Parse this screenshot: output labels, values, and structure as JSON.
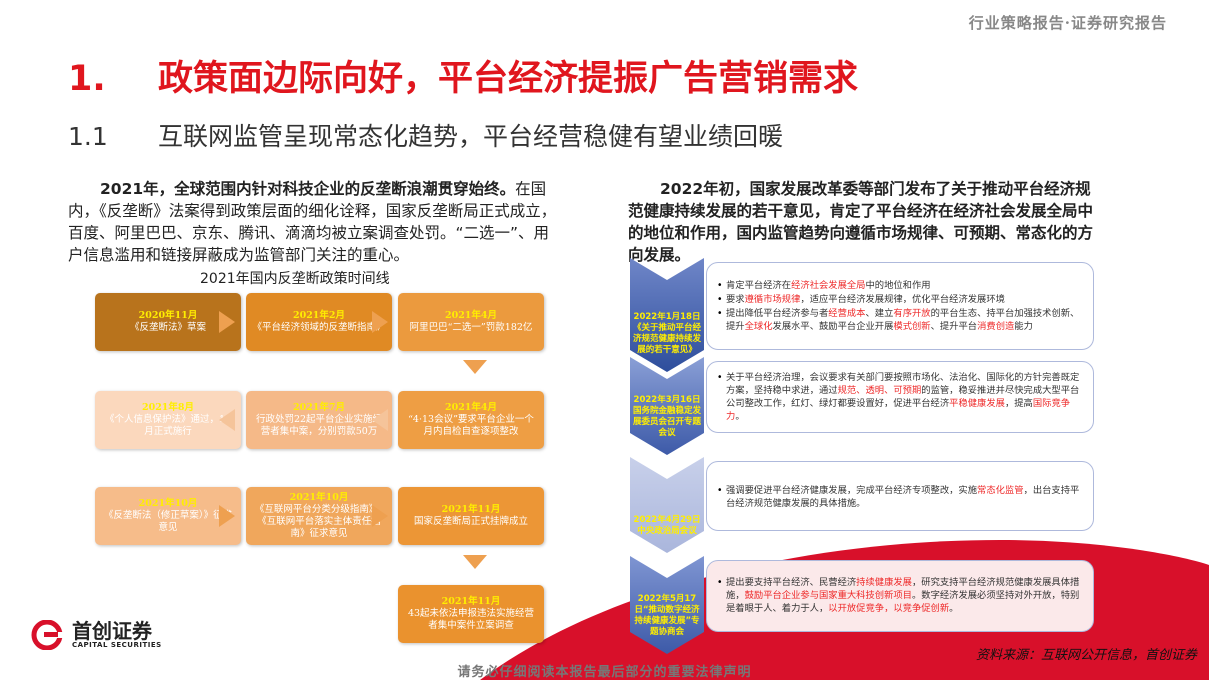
{
  "header": {
    "report_type": "行业策略报告·证券研究报告"
  },
  "title": {
    "number": "1.",
    "text": "政策面边际向好，平台经济提振广告营销需求"
  },
  "subtitle": {
    "number": "1.1",
    "text": "互联网监管呈现常态化趋势，平台经营稳健有望业绩回暖"
  },
  "left_para": {
    "lead": "2021年，全球范围内针对科技企业的反垄断浪潮贯穿始终。",
    "body": "在国内，《反垄断》法案得到政策层面的细化诠释，国家反垄断局正式成立，百度、阿里巴巴、京东、腾讯、滴滴均被立案调查处罚。“二选一”、用户信息滥用和链接屏蔽成为监管部门关注的重心。"
  },
  "timeline": {
    "title": "2021年国内反垄断政策时间线",
    "items": [
      {
        "date": "2020年11月",
        "text": "《反垄断法》草案"
      },
      {
        "date": "2021年2月",
        "text": "《平台经济领域的反垄断指南》"
      },
      {
        "date": "2021年4月",
        "text": "阿里巴巴“二选一”罚款182亿"
      },
      {
        "date": "2021年4月",
        "text": "“4·13会议”要求平台企业一个月内自检自查逐项整改"
      },
      {
        "date": "2021年7月",
        "text": "行政处罚22起平台企业实施经营者集中案，分别罚款50万"
      },
      {
        "date": "2021年8月",
        "text": "《个人信息保护法》通过，11月正式施行"
      },
      {
        "date": "2021年10月",
        "text": "《反垄断法（修正草案）》征求意见"
      },
      {
        "date": "2021年10月",
        "text": "《互联网平台分类分级指南》、《互联网平台落实主体责任指南》征求意见"
      },
      {
        "date": "2021年11月",
        "text": "国家反垄断局正式挂牌成立"
      },
      {
        "date": "2021年11月",
        "text": "43起未依法申报违法实施经营者集中案件立案调查"
      }
    ]
  },
  "right_para": {
    "text": "2022年初，国家发展改革委等部门发布了关于推动平台经济规范健康持续发展的若干意见，肯定了平台经济在经济社会发展全局中的地位和作用，国内监管趋势向遵循市场规律、可预期、常态化的方向发展。"
  },
  "policies": [
    {
      "label": "2022年1月18日《关于推动平台经济规范健康持续发展的若干意见》",
      "bullets": [
        [
          {
            "t": "肯定平台经济在"
          },
          {
            "t": "经济社会发展全局",
            "red": true
          },
          {
            "t": "中的地位和作用"
          }
        ],
        [
          {
            "t": "要求"
          },
          {
            "t": "遵循市场规律",
            "red": true
          },
          {
            "t": "，适应平台经济发展规律，优化平台经济发展环境"
          }
        ],
        [
          {
            "t": "提出降低平台经济参与者"
          },
          {
            "t": "经营成本",
            "red": true
          },
          {
            "t": "、建立"
          },
          {
            "t": "有序开放",
            "red": true
          },
          {
            "t": "的平台生态、持平台加强技术创新、提升"
          },
          {
            "t": "全球化",
            "red": true
          },
          {
            "t": "发展水平、鼓励平台企业开展"
          },
          {
            "t": "模式创新",
            "red": true
          },
          {
            "t": "、提升平台"
          },
          {
            "t": "消费创造",
            "red": true
          },
          {
            "t": "能力"
          }
        ]
      ]
    },
    {
      "label": "2022年3月16日国务院金融稳定发展委员会召开专题会议",
      "bullets": [
        [
          {
            "t": "关于平台经济治理，会议要求有关部门要按照市场化、法治化、国际化的方针完善既定方案，坚持稳中求进，通过"
          },
          {
            "t": "规范、透明、可预期",
            "red": true
          },
          {
            "t": "的监管，稳妥推进并尽快完成大型平台公司整改工作，红灯、绿灯都要设置好，促进平台经济"
          },
          {
            "t": "平稳健康发展",
            "red": true
          },
          {
            "t": "，提高"
          },
          {
            "t": "国际竞争力",
            "red": true
          },
          {
            "t": "。"
          }
        ]
      ]
    },
    {
      "label": "2022年4月29日中央政治局会议",
      "bullets": [
        [
          {
            "t": "强调要促进平台经济健康发展，完成平台经济专项整改，实施"
          },
          {
            "t": "常态化监管",
            "red": true
          },
          {
            "t": "，出台支持平台经济规范健康发展的具体措施。"
          }
        ]
      ]
    },
    {
      "label": "2022年5月17日“推动数字经济持续健康发展”专题协商会",
      "bullets": [
        [
          {
            "t": "提出要支持平台经济、民营经济"
          },
          {
            "t": "持续健康发展",
            "red": true
          },
          {
            "t": "，研究支持平台经济规范健康发展具体措施，"
          },
          {
            "t": "鼓励平台企业参与国家重大科技创新项目",
            "red": true
          },
          {
            "t": "。数字经济发展必须坚持对外开放，特别是着眼于人、着力于人，"
          },
          {
            "t": "以开放促竞争，以竞争促创新",
            "red": true
          },
          {
            "t": "。"
          }
        ]
      ]
    }
  ],
  "source": "资料来源：互联网公开信息，首创证券",
  "footer": "请务必仔细阅读本报告最后部分的重要法律声明",
  "logo": {
    "cn": "首创证券",
    "en": "CAPITAL SECURITIES"
  },
  "colors": {
    "title_red": "#e0161e",
    "highlight_red": "#ee2a2a",
    "chevron_blue": "#4a63b0",
    "date_yellow": "#ffee00"
  }
}
